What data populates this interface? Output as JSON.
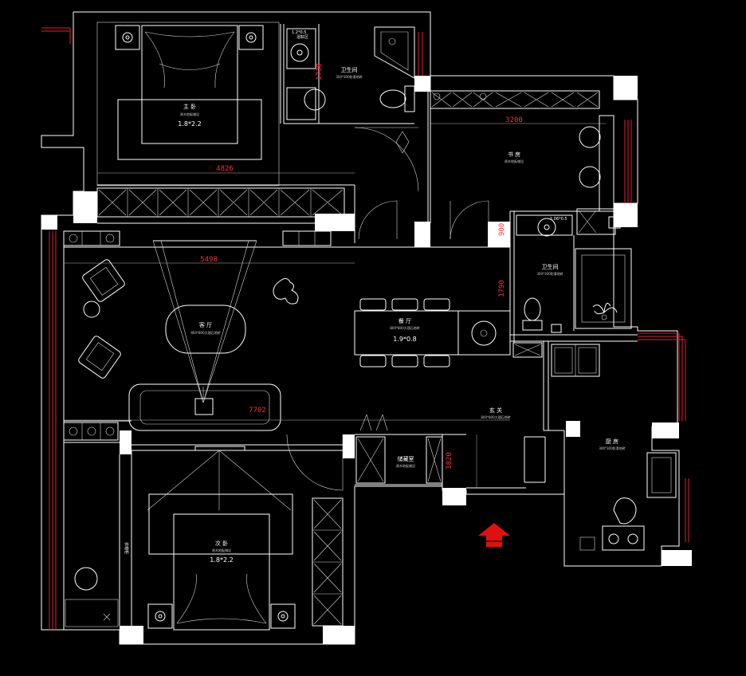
{
  "rooms": {
    "master_bedroom": {
      "name": "主 卧",
      "sub": "原木地板铺设",
      "size": "1.8*2.2"
    },
    "bathroom_top": {
      "name": "卫生间",
      "sub": "300*300防滑地砖",
      "fixture_size": "1.2*0.5",
      "fixture_note": "浴缸区"
    },
    "study": {
      "name": "书 房",
      "sub": "原木地板铺设"
    },
    "living_room": {
      "name": "客 厅",
      "sub": "800*800大理石地砖"
    },
    "dining_room": {
      "name": "餐 厅",
      "sub": "800*800大理石地砖",
      "table_size": "1.9*0.8"
    },
    "bathroom_right": {
      "name": "卫生间",
      "sub": "300*300防滑地砖",
      "fixture_size": "1.06*0.5"
    },
    "entrance": {
      "name": "玄 关",
      "sub": "800*800大理石地砖"
    },
    "storage": {
      "name": "储藏室",
      "sub": "原木地板铺设"
    },
    "kitchen": {
      "name": "厨 房",
      "sub": "300*300防滑地砖"
    },
    "second_bedroom": {
      "name": "次 卧",
      "sub": "原木地板铺设",
      "size": "1.8*2.2"
    },
    "side_note": {
      "name": "衣帽柜"
    }
  },
  "dimensions": {
    "master_width": "4826",
    "bath_height": "1730",
    "study_width": "3200",
    "living_width": "5498",
    "corridor_gap": "900",
    "bath2_height": "1790",
    "total_width": "7702",
    "storage_height": "1820"
  },
  "colors": {
    "background": "#000000",
    "lines": "#ffffff",
    "dimensions": "#ff3030",
    "entry_arrow": "#e01010"
  },
  "icons": {
    "entry": "entry-arrow-icon"
  }
}
